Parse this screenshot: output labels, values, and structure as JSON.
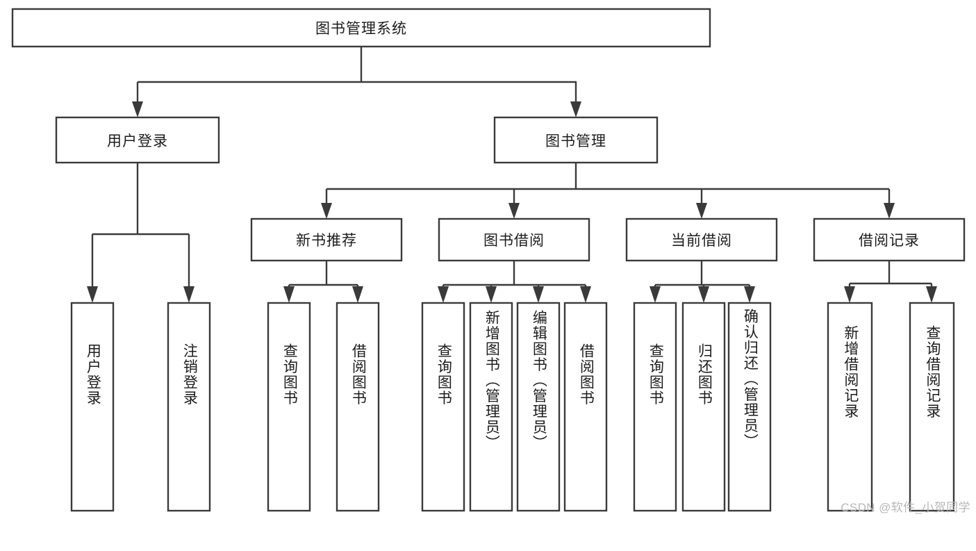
{
  "diagram": {
    "type": "hierarchy-tree",
    "title": "图书管理系统",
    "orientation": "top-down",
    "levels": 4,
    "colors": {
      "background": "#ffffff",
      "box_fill": "#ffffff",
      "box_stroke": "#3a3a3a",
      "connector": "#3a3a3a",
      "text": "#1c1c1c",
      "watermark": "#b8b8b8"
    },
    "root": {
      "id": "root",
      "label": "图书管理系统",
      "orientation": "horizontal"
    },
    "level1": [
      {
        "id": "user-login",
        "label": "用户登录",
        "orientation": "horizontal"
      },
      {
        "id": "book-manage",
        "label": "图书管理",
        "orientation": "horizontal"
      }
    ],
    "level2": [
      {
        "id": "new-book-recommend",
        "label": "新书推荐",
        "parent": "book-manage",
        "orientation": "horizontal"
      },
      {
        "id": "book-borrow",
        "label": "图书借阅",
        "parent": "book-manage",
        "orientation": "horizontal"
      },
      {
        "id": "current-borrow",
        "label": "当前借阅",
        "parent": "book-manage",
        "orientation": "horizontal"
      },
      {
        "id": "borrow-record",
        "label": "借阅记录",
        "parent": "book-manage",
        "orientation": "horizontal"
      }
    ],
    "leaves": [
      {
        "id": "leaf-user-login",
        "label": "用户登录",
        "parent": "user-login",
        "orientation": "vertical"
      },
      {
        "id": "leaf-logout-login",
        "label": "注销登录",
        "parent": "user-login",
        "orientation": "vertical"
      },
      {
        "id": "leaf-query-book-1",
        "label": "查询图书",
        "parent": "new-book-recommend",
        "orientation": "vertical"
      },
      {
        "id": "leaf-borrow-book-1",
        "label": "借阅图书",
        "parent": "new-book-recommend",
        "orientation": "vertical"
      },
      {
        "id": "leaf-query-book-2",
        "label": "查询图书",
        "parent": "book-borrow",
        "orientation": "vertical"
      },
      {
        "id": "leaf-add-book",
        "label": "新增图书（管理员）",
        "parent": "book-borrow",
        "orientation": "vertical"
      },
      {
        "id": "leaf-edit-book",
        "label": "编辑图书（管理员）",
        "parent": "book-borrow",
        "orientation": "vertical"
      },
      {
        "id": "leaf-borrow-book-2",
        "label": "借阅图书",
        "parent": "book-borrow",
        "orientation": "vertical"
      },
      {
        "id": "leaf-query-book-3",
        "label": "查询图书",
        "parent": "current-borrow",
        "orientation": "vertical"
      },
      {
        "id": "leaf-return-book",
        "label": "归还图书",
        "parent": "current-borrow",
        "orientation": "vertical"
      },
      {
        "id": "leaf-confirm-return",
        "label": "确认归还（管理员）",
        "parent": "current-borrow",
        "orientation": "vertical"
      },
      {
        "id": "leaf-add-record",
        "label": "新增借阅记录",
        "parent": "borrow-record",
        "orientation": "vertical"
      },
      {
        "id": "leaf-query-record",
        "label": "查询借阅记录",
        "parent": "borrow-record",
        "orientation": "vertical"
      }
    ]
  },
  "watermark": {
    "text": "CSDN @软件_小贺同学"
  }
}
